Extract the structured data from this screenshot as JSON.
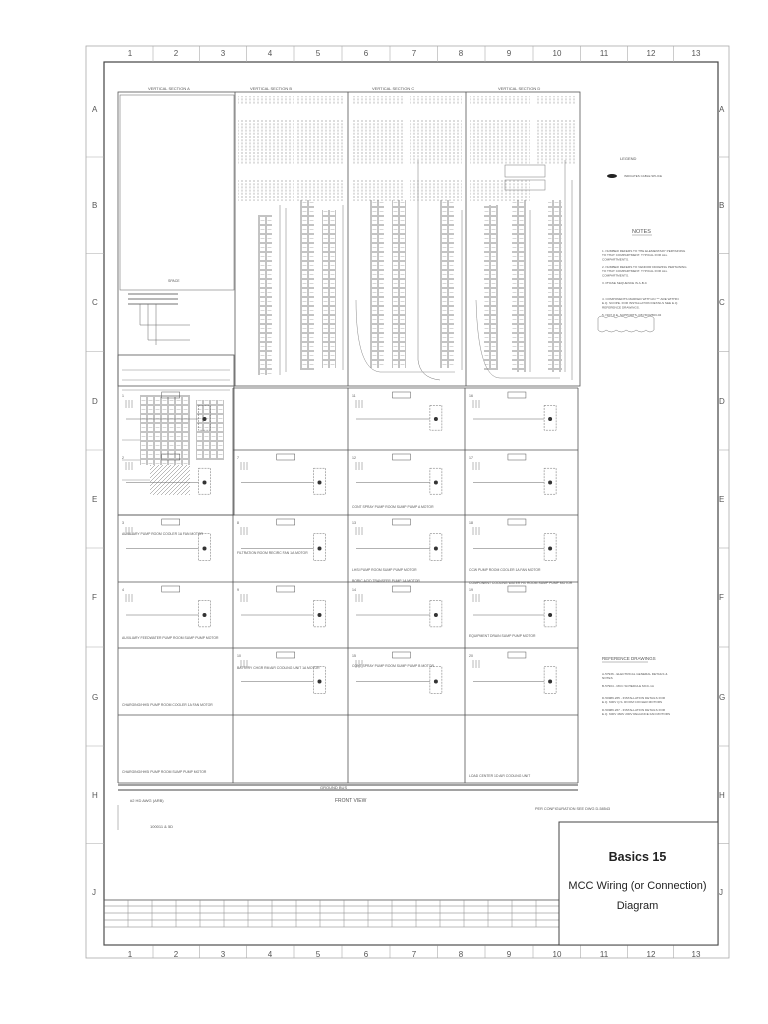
{
  "columns": [
    "1",
    "2",
    "3",
    "4",
    "5",
    "6",
    "7",
    "8",
    "9",
    "10",
    "11",
    "12",
    "13"
  ],
  "rows": [
    "A",
    "B",
    "C",
    "D",
    "E",
    "F",
    "G",
    "H",
    "J"
  ],
  "sections": [
    "VERTICAL SECTION A",
    "VERTICAL SECTION B",
    "VERTICAL SECTION C",
    "VERTICAL SECTION D"
  ],
  "legend": {
    "title": "LEGEND",
    "item": "INDICATES CABLE SPLICE"
  },
  "notes": {
    "title": "NOTES",
    "items": [
      "1. NUMBER REFERS TO THE ELEMENTARY PERTAINING TO THAT COMPARTMENT. TYPICAL FOR ALL COMPARTMENTS.",
      "2. NUMBER REFERS TO VENDOR DRAWING PERTAINING TO THAT COMPARTMENT. TYPICAL FOR ALL COMPARTMENTS.",
      "3. PHASE SEQUENCE IS A-B-C",
      "4. COMPONENTS MARKED WITH AN \"*\" ARE WITHIN E.Q. SCOPE. FOR INSTALLATION DETAILS SEE E.Q. REFERENCE DRAWINGS.",
      "5. NOT Q.E. SUPPORTS, P/N 5F02563-02"
    ]
  },
  "reference": {
    "title": "REFERENCE DRAWINGS",
    "items": [
      "A-57936 - ELECTRICAL GENERAL DETAILS & NOTES",
      "B-57904 - MCC SCHEDULE MCC-1A",
      "D-50986.265 - INSTALLATION DETAILS FOR E.Q. 600V Q.S. ROOM COOLER MOTORS",
      "D-50986.267 - INSTALLATION DETAILS FOR E.Q. 600V 460V 200V RELIANCE FAN MOTORS"
    ]
  },
  "compartments": [
    "AUXILIARY PUMP ROOM COOLER 1A FAN MOTOR",
    "AUXILIARY FEEDWATER PUMP ROOM SUMP PUMP MOTOR",
    "CHARGING/HHSI PUMP ROOM COOLER 1A FAN MOTOR",
    "CHARGING/HHSI PUMP ROOM SUMP PUMP MOTOR",
    "LHSI PUMP ROOM SUMP PUMP MOTOR",
    "CCW PUMP ROOM COOLER 1A FAN MOTOR",
    "FILTRATION ROOM RECIRC FAN 1A MOTOR",
    "BATTERY CHGR RM AIR COOLING UNIT 1A MOTOR",
    "BORIC ACID TRANSFER PUMP 1A MOTOR",
    "CONT SPRAY PUMP ROOM SUMP PUMP A MOTOR",
    "CONT SPRAY PUMP ROOM SUMP PUMP B MOTOR",
    "COMPONENT COOLING WATER HX ROOM SUMP PUMP MOTOR",
    "EQUIPMENT DRAIN SUMP PUMP MOTOR",
    "LOAD CENTER 1D AIR COOLING UNIT"
  ],
  "front_view": "FRONT VIEW",
  "ground_bus": "GROUND BUS",
  "ground_note": "#2 HD AWG (ARB)",
  "per_configuration": "PER CONFIGURATION SEE DWG D-58543",
  "title_block": {
    "line1": "Basics 15",
    "line2": "MCC Wiring (or Connection)",
    "line3": "Diagram"
  }
}
